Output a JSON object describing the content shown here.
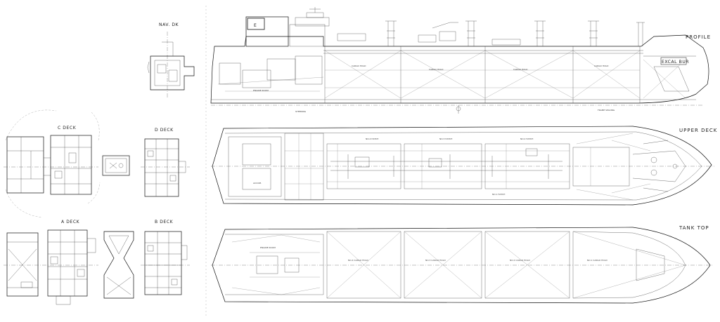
{
  "views": {
    "profile": "PROFILE",
    "upper_deck": "UPPER DECK",
    "tank_top": "TANK TOP",
    "nav_deck": "NAV. DK",
    "c_deck": "C DECK",
    "d_deck": "D DECK",
    "a_deck": "A DECK",
    "b_deck": "B DECK"
  },
  "profile_tags": {
    "funnel": "E",
    "bow": "EXCAL BUR"
  }
}
